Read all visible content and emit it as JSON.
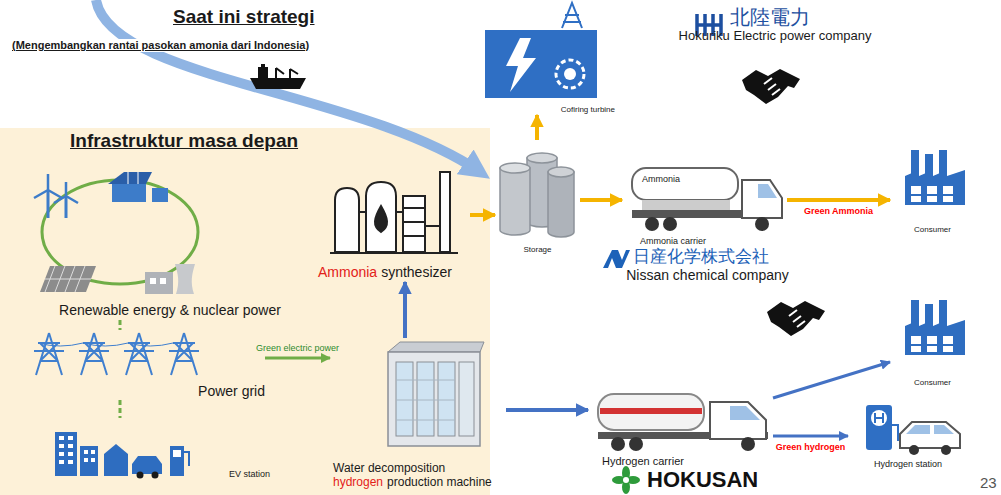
{
  "diagram": {
    "title": "Saat ini strategi",
    "nodes": [
      {
        "text": [
          "Infrastruktur masa depan"
        ]
      },
      {
        "text": [
          "Renewable energy & nuclear power"
        ],
        "in": 0
      },
      {
        "text": [
          "Power grid"
        ],
        "in": 0
      },
      {
        "text": [
          "EV station"
        ],
        "in": 0
      },
      {
        "text": [
          "Ammonia",
          "synthesizer"
        ],
        "in": 0
      },
      {
        "text": [
          "Water decomposition",
          "hydrogen",
          "production machine"
        ],
        "in": 0
      },
      {
        "text": [
          "Storage"
        ]
      },
      {
        "text": [
          "Cofiring turbine"
        ]
      },
      {
        "text": [
          "北陸電力",
          "Hokuriku Electric power company"
        ]
      },
      {
        "text": [
          "Ammonia",
          "Ammonia carrier"
        ]
      },
      {
        "text": [
          "Consumer"
        ]
      },
      {
        "text": [
          "日産化学株式会社",
          "Nissan chemical company"
        ]
      },
      {
        "text": [
          "Hydrogen carrier"
        ]
      },
      {
        "text": [
          "Consumer"
        ]
      },
      {
        "text": [
          "Hydrogen station"
        ]
      },
      {
        "text": [
          "HOKUSAN"
        ]
      }
    ],
    "edges": [
      {
        "from": 1,
        "to": 2,
        "arrow": "none"
      },
      {
        "from": 2,
        "to": 3,
        "arrow": "none"
      },
      {
        "from": 2,
        "to": 5,
        "label": "Green electric power",
        "arrow": "to"
      },
      {
        "from": 5,
        "to": 4,
        "arrow": "to"
      },
      {
        "from": 4,
        "to": 6,
        "arrow": "to"
      },
      {
        "from": 6,
        "to": 7,
        "arrow": "to"
      },
      {
        "from": 6,
        "to": 9,
        "arrow": "to"
      },
      {
        "from": 9,
        "to": 10,
        "label": "Green Ammonia",
        "arrow": "to"
      },
      {
        "from": 5,
        "to": 12,
        "arrow": "to"
      },
      {
        "from": 12,
        "to": 13,
        "arrow": "to"
      },
      {
        "from": 12,
        "to": 14,
        "label": "Green hydrogen",
        "arrow": "to"
      }
    ],
    "labels": [
      "(Mengembangkan rantai pasokan amonia dari Indonesia)",
      "23"
    ]
  }
}
